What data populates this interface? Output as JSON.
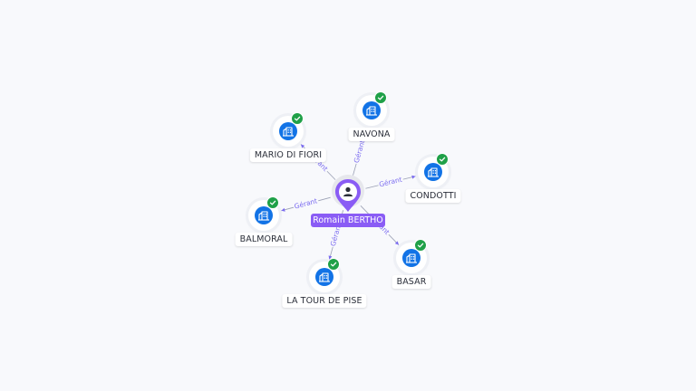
{
  "center": {
    "name": "Romain BERTHO",
    "icon": "person-icon",
    "color": "#8a5cf5"
  },
  "edge_label": "Gérant",
  "companies": [
    {
      "name": "NAVONA",
      "icon": "building-icon",
      "verified": true
    },
    {
      "name": "CONDOTTI",
      "icon": "building-icon",
      "verified": true
    },
    {
      "name": "BASAR",
      "icon": "building-icon",
      "verified": true
    },
    {
      "name": "LA TOUR DE PISE",
      "icon": "building-icon",
      "verified": true
    },
    {
      "name": "BALMORAL",
      "icon": "building-icon",
      "verified": true
    },
    {
      "name": "MARIO DI FIORI",
      "icon": "building-icon",
      "verified": true
    }
  ],
  "colors": {
    "edge": "#7b6cf0",
    "company": "#1273e6",
    "verified": "#1fa048"
  }
}
